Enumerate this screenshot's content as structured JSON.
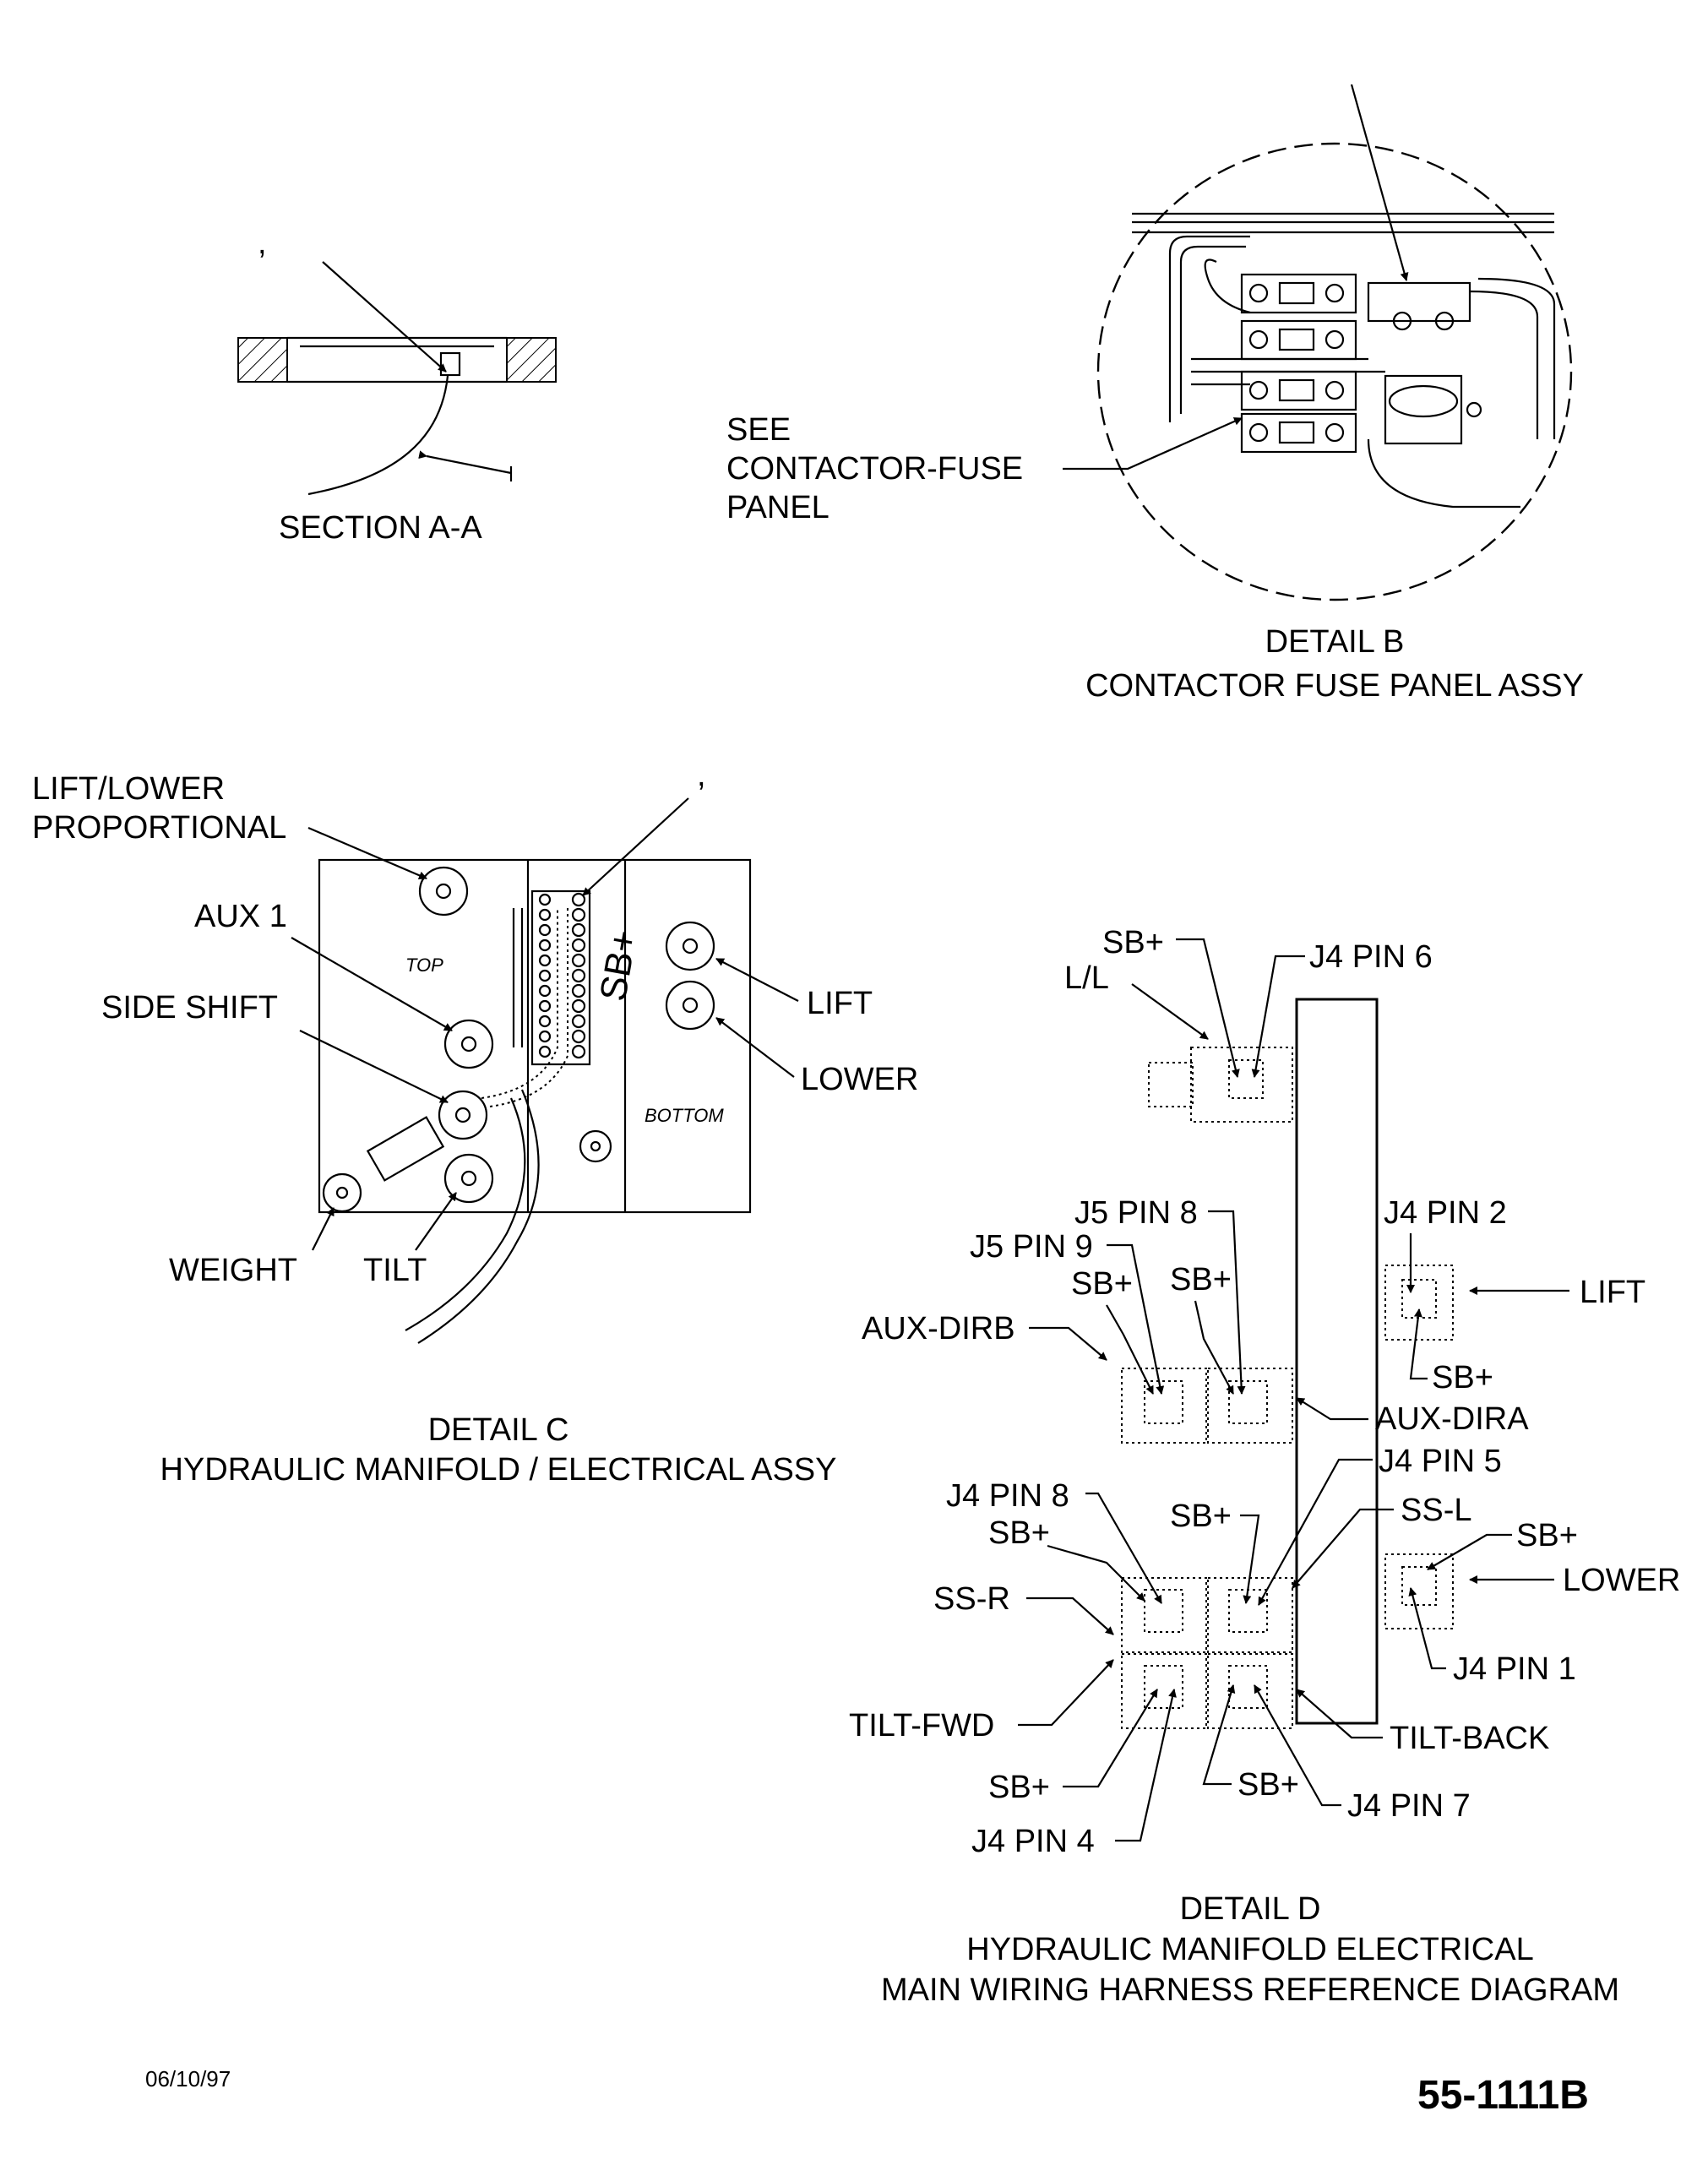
{
  "section_a": {
    "mark": ",",
    "title": "SECTION A-A"
  },
  "detail_b": {
    "note_line1": "SEE",
    "note_line2": "CONTACTOR-FUSE",
    "note_line3": "PANEL",
    "title_line1": "DETAIL B",
    "title_line2": "CONTACTOR FUSE PANEL ASSY"
  },
  "detail_c": {
    "mark": ",",
    "labels": {
      "lift_lower_1": "LIFT/LOWER",
      "lift_lower_2": "PROPORTIONAL",
      "aux1": "AUX 1",
      "side_shift": "SIDE SHIFT",
      "weight": "WEIGHT",
      "tilt": "TILT",
      "lift": "LIFT",
      "lower": "LOWER"
    },
    "panel_text": {
      "top": "TOP",
      "bottom": "BOTTOM",
      "sb": "SB+"
    },
    "title_line1": "DETAIL C",
    "title_line2": "HYDRAULIC MANIFOLD / ELECTRICAL ASSY"
  },
  "detail_d": {
    "labels": {
      "sb_ll": "SB+",
      "j4_pin6": "J4 PIN 6",
      "ll": "L/L",
      "j5_pin8": "J5 PIN 8",
      "j5_pin9": "J5 PIN 9",
      "sb_a": "SB+",
      "sb_b": "SB+",
      "aux_dirb": "AUX-DIRB",
      "j4_pin2": "J4 PIN 2",
      "lift": "LIFT",
      "sb_lift": "SB+",
      "aux_dira": "AUX-DIRA",
      "j4_pin5": "J4 PIN 5",
      "j4_pin8": "J4 PIN 8",
      "sb_c": "SB+",
      "sb_d": "SB+",
      "ss_l": "SS-L",
      "sb_lower": "SB+",
      "lower": "LOWER",
      "ss_r": "SS-R",
      "j4_pin1": "J4 PIN 1",
      "tilt_fwd": "TILT-FWD",
      "tilt_back": "TILT-BACK",
      "sb_e": "SB+",
      "sb_f": "SB+",
      "j4_pin7": "J4 PIN 7",
      "j4_pin4": "J4 PIN 4"
    },
    "title_line1": "DETAIL D",
    "title_line2": "HYDRAULIC MANIFOLD ELECTRICAL",
    "title_line3": "MAIN WIRING HARNESS REFERENCE DIAGRAM"
  },
  "footer": {
    "date": "06/10/97",
    "drawing_number": "55-1111B"
  }
}
